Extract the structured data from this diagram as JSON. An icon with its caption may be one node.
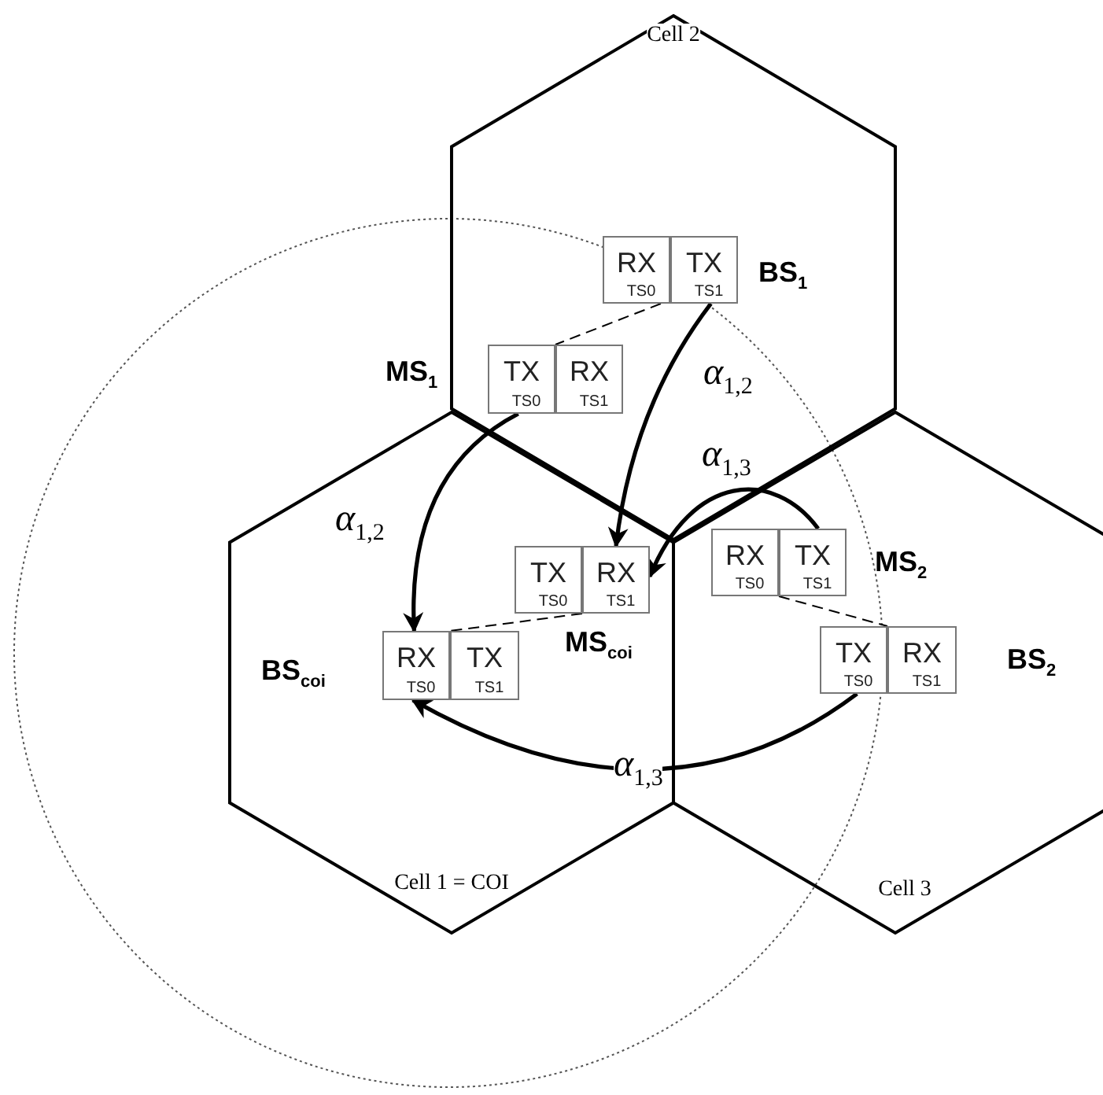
{
  "diagram": {
    "nodes": [
      {
        "text": [
          "Cell 2"
        ]
      },
      {
        "text": [
          "RX",
          "TS0"
        ],
        "in": 0
      },
      {
        "text": [
          "TX",
          "TS1"
        ],
        "in": 0,
        "beside": [
          "BS$_{1}$"
        ]
      },
      {
        "text": [
          "TX",
          "TS0"
        ],
        "in": 0,
        "beside": [
          "MS$_{1}$"
        ]
      },
      {
        "text": [
          "RX",
          "TS1"
        ],
        "in": 0
      },
      {
        "text": [
          "Cell 1 = COI"
        ]
      },
      {
        "text": [
          "TX",
          "TS0"
        ],
        "in": 5
      },
      {
        "text": [
          "RX",
          "TS1"
        ],
        "in": 5,
        "beside": [
          "MS$_{coi}$"
        ]
      },
      {
        "text": [
          "RX",
          "TS0"
        ],
        "in": 5,
        "beside": [
          "BS$_{coi}$"
        ]
      },
      {
        "text": [
          "TX",
          "TS1"
        ],
        "in": 5
      },
      {
        "text": [
          "Cell 3"
        ]
      },
      {
        "text": [
          "RX",
          "TS0"
        ],
        "in": 10
      },
      {
        "text": [
          "TX",
          "TS1"
        ],
        "in": 10,
        "beside": [
          "MS$_{2}$"
        ]
      },
      {
        "text": [
          "TX",
          "TS0"
        ],
        "in": 10
      },
      {
        "text": [
          "RX",
          "TS1"
        ],
        "in": 10,
        "beside": [
          "BS$_{2}$"
        ]
      }
    ],
    "edges": [
      {
        "from": 1,
        "to": 3,
        "arrow": "none",
        "style": "dashed"
      },
      {
        "from": 2,
        "to": 7,
        "arrow": "to",
        "label": "α$_{1,2}$"
      },
      {
        "from": 3,
        "to": 8,
        "arrow": "to",
        "label": "α$_{1,2}$"
      },
      {
        "from": 12,
        "to": 7,
        "arrow": "to",
        "label": "α$_{1,3}$"
      },
      {
        "from": 13,
        "to": 8,
        "arrow": "to",
        "label": "α$_{1,3}$"
      },
      {
        "from": 6,
        "to": 9,
        "arrow": "none",
        "style": "dashed"
      },
      {
        "from": 11,
        "to": 13,
        "arrow": "none",
        "style": "dashed"
      }
    ]
  }
}
